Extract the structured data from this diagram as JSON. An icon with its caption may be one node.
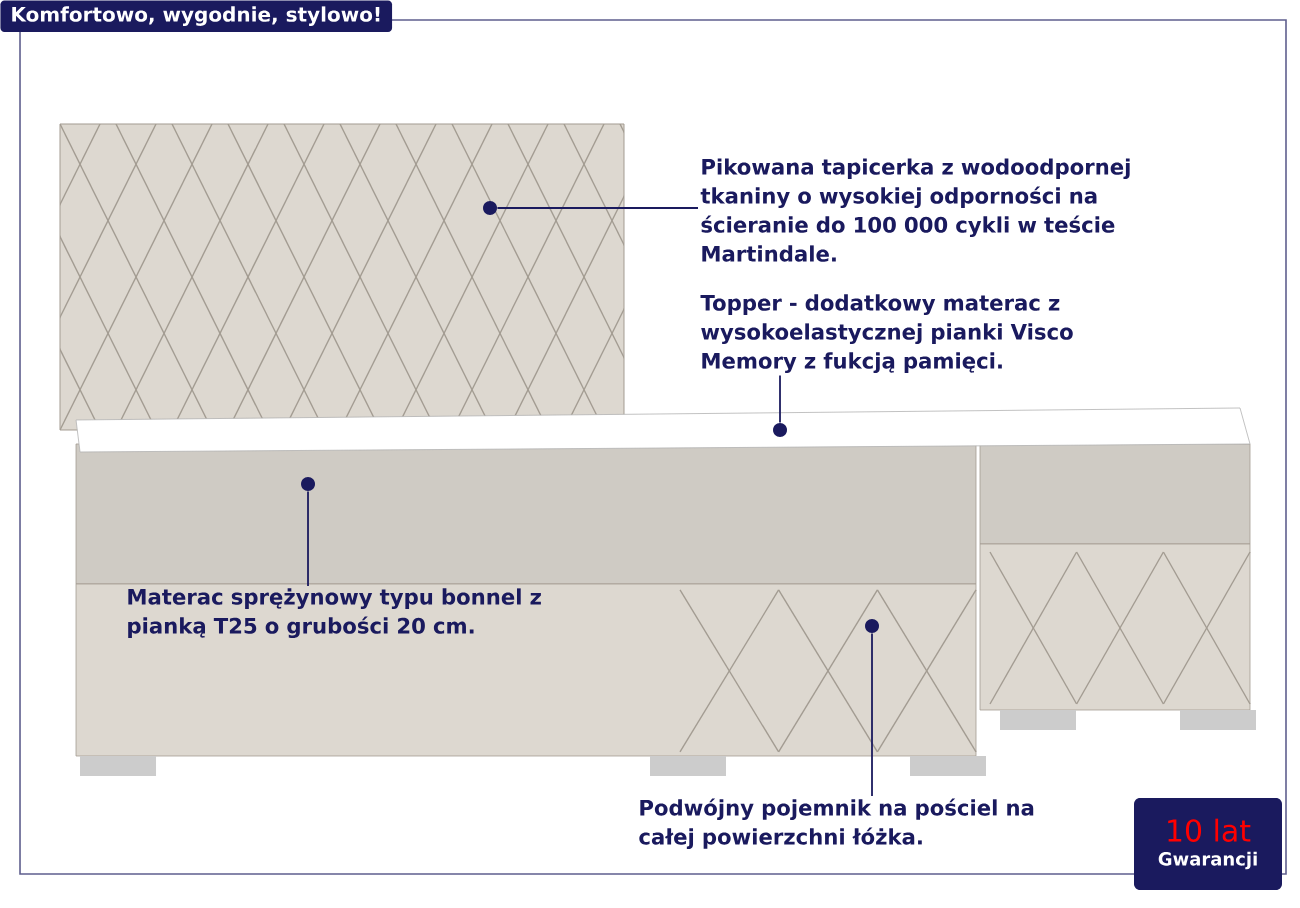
{
  "diagram": {
    "title": "Komfortowo, wygodnie, stylowo!",
    "nodes": [
      {
        "text": [
          "Pikowana tapicerka z wodoodpornej tkaniny o wysokiej odporności na ścieranie do 100 000 cykli w teście Martindale."
        ]
      },
      {
        "text": [
          "Topper - dodatkowy materac z wysokoelastycznej pianki Visco Memory z fukcją pamięci."
        ]
      },
      {
        "text": [
          "Materac sprężynowy typu bonnel z pianką T25 o grubości 20 cm."
        ]
      },
      {
        "text": [
          "Podwójny pojemnik na pościel na całej powierzchni łóżka."
        ]
      },
      {
        "text": [
          "10 lat",
          "Gwarancji"
        ]
      },
      {
        "text": [],
        "shape": "circle"
      },
      {
        "text": [],
        "shape": "circle"
      },
      {
        "text": [],
        "shape": "circle"
      },
      {
        "text": [],
        "shape": "circle"
      }
    ],
    "edges": [
      {
        "from": 0,
        "to": 5,
        "arrow": "none"
      },
      {
        "from": 1,
        "to": 6,
        "arrow": "none"
      },
      {
        "from": 2,
        "to": 7,
        "arrow": "none"
      },
      {
        "from": 3,
        "to": 8,
        "arrow": "none"
      }
    ]
  }
}
